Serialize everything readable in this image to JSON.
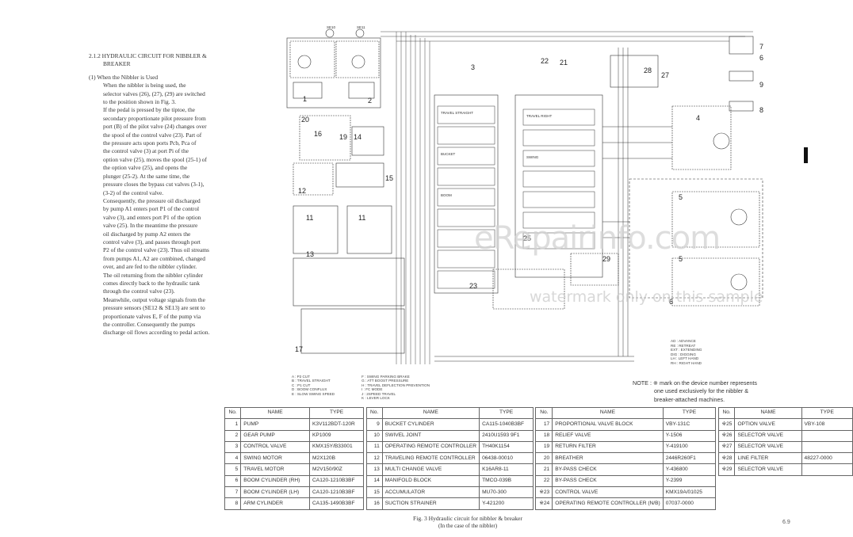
{
  "section": {
    "heading_1": "2.1.2 HYDRAULIC CIRCUIT FOR NIBBLER &",
    "heading_2": "BREAKER",
    "sub": "(1)  When the Nibbler is Used",
    "lines": [
      "When the nibbler is being used, the",
      "selector valves (26), (27), (29) are switched",
      "to the position shown in Fig. 3.",
      "If the pedal is pressed by the tiptoe, the",
      "secondary proportionate pilot pressure from",
      "port (B) of the pilot valve (24) changes over",
      "the spool of the control valve (23). Part of",
      "the pressure acts upon ports Pcb, Pca of",
      "the control valve (3) at port Pi of the",
      "option valve (25), moves the spool (25-1) of",
      "the option valve (25), and opens the",
      "plunger (25-2). At the same time, the",
      "pressure closes the bypass cut valves (3-1),",
      "(3-2) of the control valve.",
      "Consequently, the pressure oil discharged",
      "by pump A1 enters port P1 of the control",
      "valve (3), and enters port P1 of the option",
      "valve (25). In the meantime the pressure",
      "oil discharged by pump A2 enters the",
      "control valve (3), and passes through port",
      "P2 of the control valve (23). Thus oil streams",
      "from pumps A1, A2 are combined, changed",
      "over, and are fed to the nibbler cylinder.",
      "The oil returning from the nibbler cylinder",
      "comes directly back to the hydraulic tank",
      "through the control valve (23).",
      "Meanwhile, output voltage signals from the",
      "pressure sensors (SE12 & SE13) are sent to",
      "proportionate valves E, F of the pump via",
      "the controller. Consequently the pumps",
      "discharge oil flows according to pedal action."
    ]
  },
  "diagram_labels": {
    "n1": "1",
    "n2": "2",
    "n3": "3",
    "n4": "4",
    "n5": "5",
    "n6": "6",
    "n7": "7",
    "n8": "8",
    "n9": "9",
    "n11a": "11",
    "n11b": "11",
    "n12": "12",
    "n13": "13",
    "n14": "14",
    "n15": "15",
    "n16": "16",
    "n17": "17",
    "n19": "19",
    "n20": "20",
    "n21": "21",
    "n22": "22",
    "n23": "23",
    "n25": "25",
    "n27": "27",
    "n28": "28",
    "n29": "29",
    "n5b": "5",
    "n6b": "6",
    "se10": "SE10",
    "se11": "SE11",
    "travel_straight": "TRAVEL STRAIGHT",
    "bucket": "BUCKET",
    "boom": "BOOM",
    "swing": "SWING",
    "travel_right": "TRAVEL RIGHT"
  },
  "legend_left": {
    "col1": [
      "A : P2 CUT",
      "B : TRAVEL STRAIGHT",
      "C : P1 CUT",
      "D : BOOM CONFLUX",
      "E : SLOW SWING SPEED"
    ],
    "col2": [
      "F : SWING PARKING BRAKE",
      "G : ATT BOOST PRESSURE",
      "H : TRAVEL DEFLECTION PREVENTION",
      "I : FC MODE",
      "J : 2SPEED TRAVEL",
      "K : LEVER LOCK"
    ]
  },
  "legend_right": [
    "AD : ADVANCE",
    "RE : RETREAT",
    "EXT : EXTENDING",
    "DIG : DIGGING",
    "LH : LEFT HAND",
    "RH : RIGHT HAND"
  ],
  "note": {
    "line1": "NOTE : ※ mark on the device number represents",
    "line2": "one used exclusively for the nibbler &",
    "line3": "breaker-attached machines."
  },
  "table": {
    "headers": {
      "no": "No.",
      "name": "NAME",
      "type": "TYPE"
    },
    "groups": [
      [
        {
          "no": "1",
          "name": "PUMP",
          "type": "K3V112BDT-120R"
        },
        {
          "no": "2",
          "name": "GEAR PUMP",
          "type": "KP1009"
        },
        {
          "no": "3",
          "name": "CONTROL VALVE",
          "type": "KMX15Y/B33001"
        },
        {
          "no": "4",
          "name": "SWING MOTOR",
          "type": "M2X120B"
        },
        {
          "no": "5",
          "name": "TRAVEL MOTOR",
          "type": "M2V150/90Z"
        },
        {
          "no": "6",
          "name": "BOOM CYLINDER (RH)",
          "type": "CA120-1210B3BF"
        },
        {
          "no": "7",
          "name": "BOOM CYLINDER (LH)",
          "type": "CA120-1210B3BF"
        },
        {
          "no": "8",
          "name": "ARM CYLINDER",
          "type": "CA135-1490B3BF"
        }
      ],
      [
        {
          "no": "9",
          "name": "BUCKET CYLINDER",
          "type": "CA115-1040B3BF"
        },
        {
          "no": "10",
          "name": "SWIVEL JOINT",
          "type": "2410U1593 9F1"
        },
        {
          "no": "11",
          "name": "OPERATING REMOTE CONTROLLER",
          "type": "TH40K1154"
        },
        {
          "no": "12",
          "name": "TRAVELING REMOTE CONTROLLER",
          "type": "06438-00010"
        },
        {
          "no": "13",
          "name": "MULTI CHANGE VALVE",
          "type": "K16AR8-11"
        },
        {
          "no": "14",
          "name": "MANIFOLD BLOCK",
          "type": "TMCO-039B"
        },
        {
          "no": "15",
          "name": "ACCUMULATOR",
          "type": "MU70-300"
        },
        {
          "no": "16",
          "name": "SUCTION STRAINER",
          "type": "Y-421200"
        }
      ],
      [
        {
          "no": "17",
          "name": "PROPORTIONAL VALVE BLOCK",
          "type": "VBY-131C"
        },
        {
          "no": "18",
          "name": "RELIEF VALVE",
          "type": "Y-1506"
        },
        {
          "no": "19",
          "name": "RETURN FILTER",
          "type": "Y-419100"
        },
        {
          "no": "20",
          "name": "BREATHER",
          "type": "2446R260F1"
        },
        {
          "no": "21",
          "name": "BY-PASS CHECK",
          "type": "Y-436800"
        },
        {
          "no": "22",
          "name": "BY-PASS CHECK",
          "type": "Y-2399"
        },
        {
          "no": "※23",
          "name": "CONTROL VALVE",
          "type": "KMX19A/01025"
        },
        {
          "no": "※24",
          "name": "OPERATING REMOTE CONTROLLER (N/B)",
          "type": "07037-0000"
        }
      ],
      [
        {
          "no": "※25",
          "name": "OPTION VALVE",
          "type": "VBY-108"
        },
        {
          "no": "※26",
          "name": "SELECTOR VALVE",
          "type": ""
        },
        {
          "no": "※27",
          "name": "SELECTOR VALVE",
          "type": ""
        },
        {
          "no": "※28",
          "name": "LINE FILTER",
          "type": "48227-0000"
        },
        {
          "no": "※29",
          "name": "SELECTOR VALVE",
          "type": ""
        }
      ]
    ]
  },
  "caption": {
    "line1": "Fig. 3   Hydraulic circuit for nibbler & breaker",
    "line2": "(In the case of the nibbler)"
  },
  "page_number": "6.9",
  "watermark": {
    "line1": "eRepairinfo.com",
    "line2": "watermark only on this sample"
  }
}
